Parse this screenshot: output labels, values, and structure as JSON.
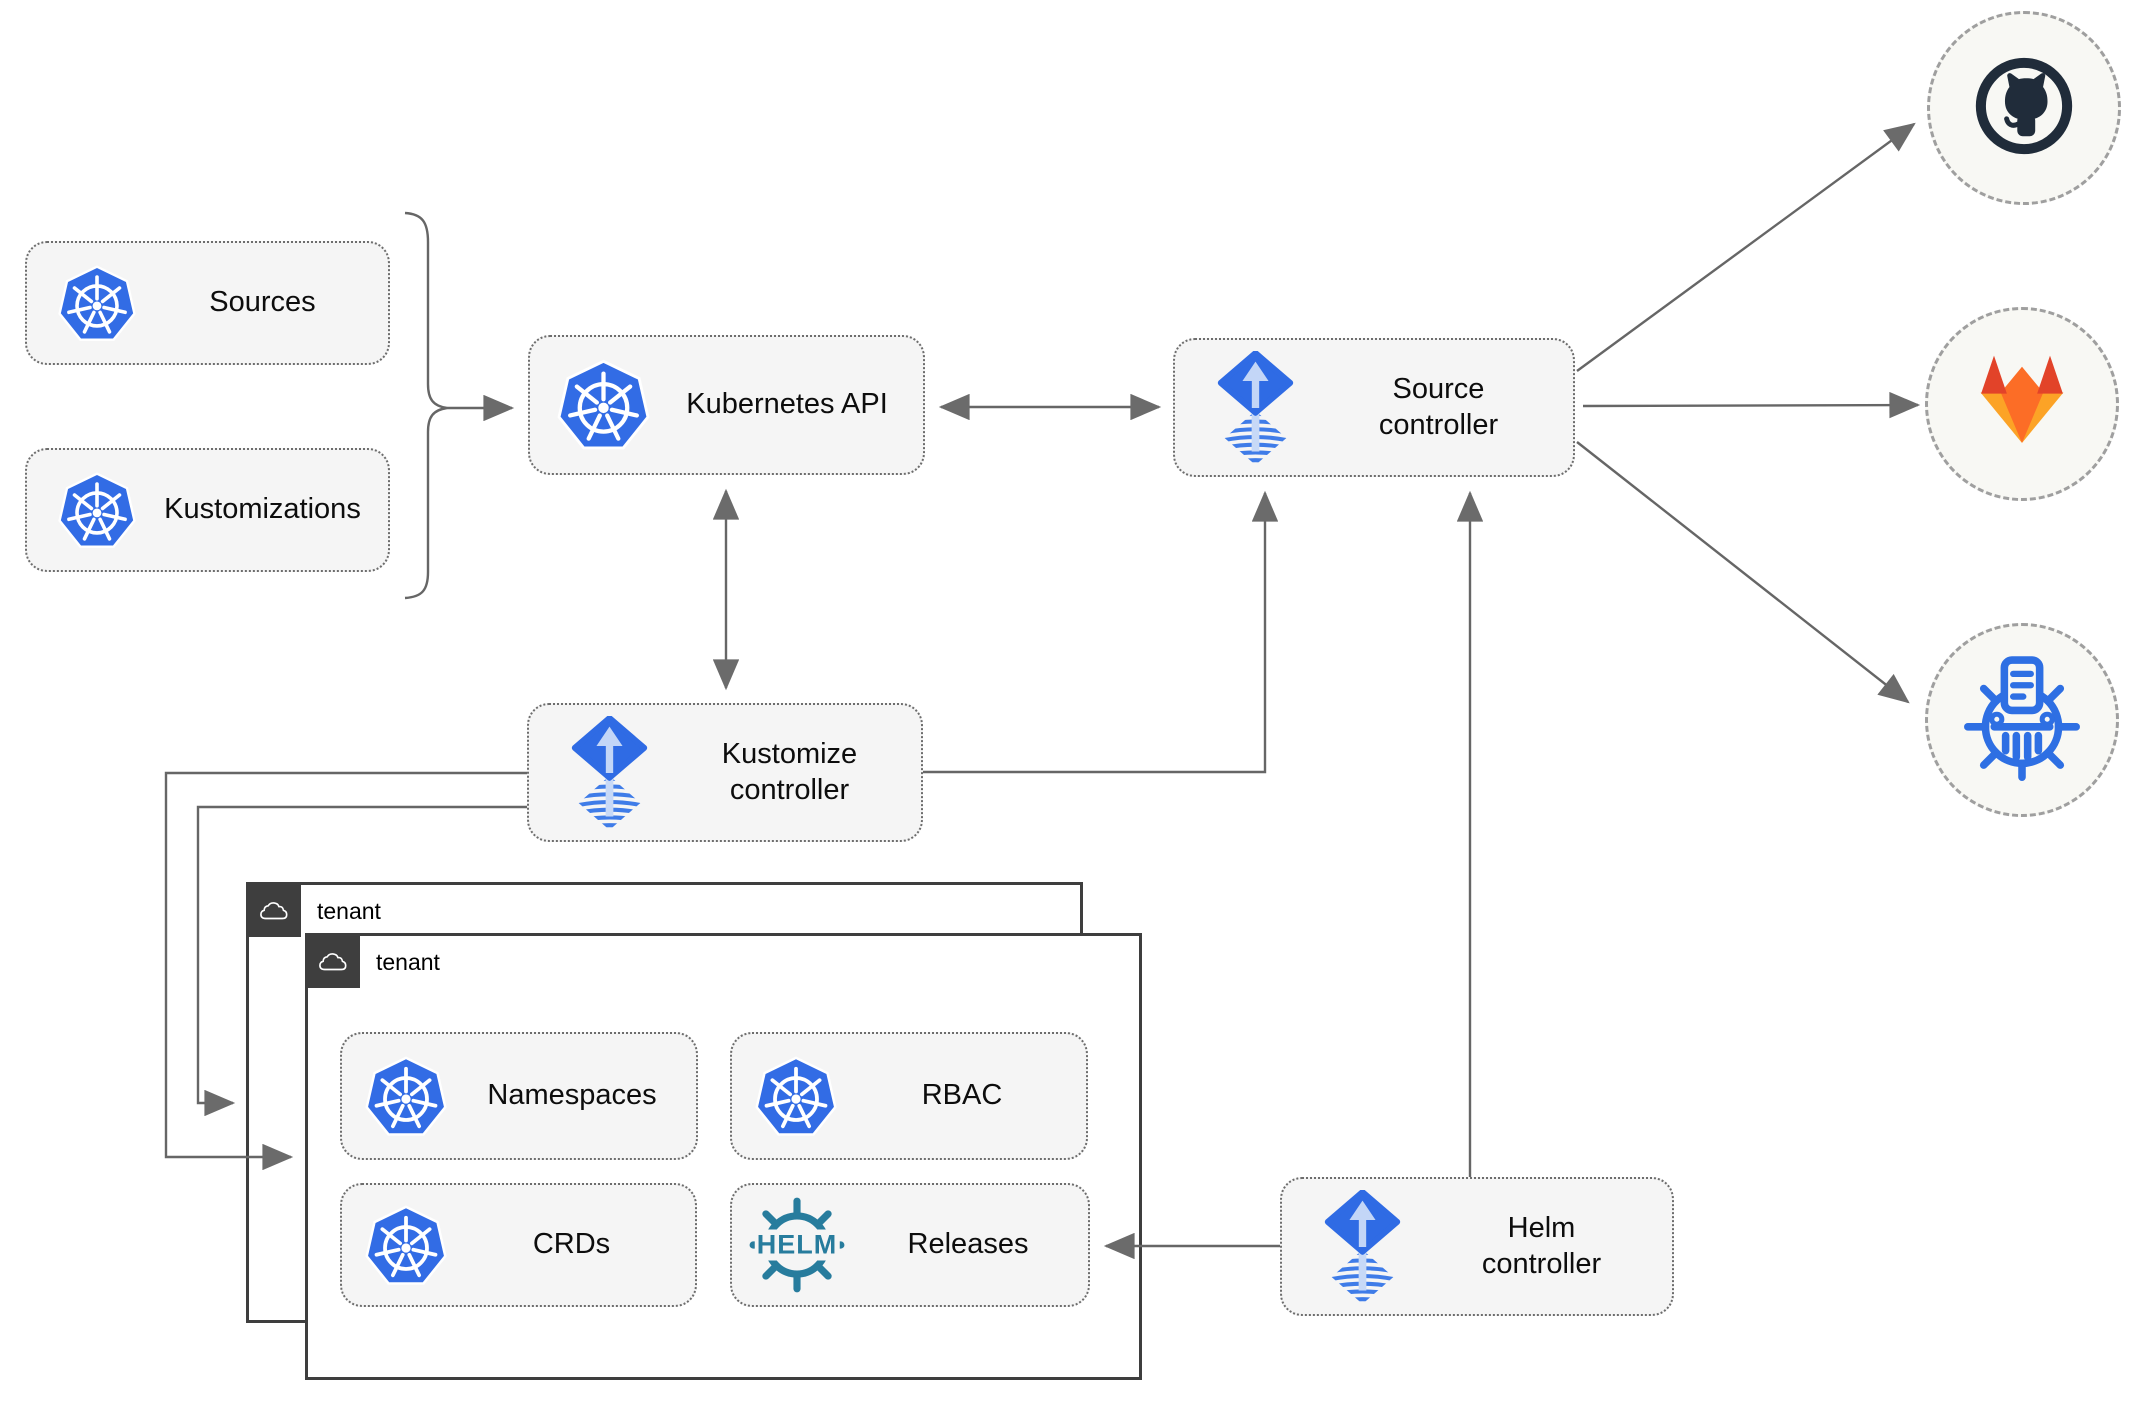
{
  "nodes": {
    "sources": "Sources",
    "kustomizations": "Kustomizations",
    "kubernetes_api": "Kubernetes API",
    "source_controller": "Source controller",
    "kustomize_controller": "Kustomize controller",
    "helm_controller": "Helm controller"
  },
  "tenants": {
    "back": {
      "label": "tenant"
    },
    "front": {
      "label": "tenant"
    }
  },
  "resources": {
    "namespaces": "Namespaces",
    "rbac": "RBAC",
    "crds": "CRDs",
    "releases": "Releases"
  },
  "helm_logo_text": "HELM",
  "icons": {
    "kubernetes": "kubernetes-wheel-icon",
    "flux": "flux-diamond-arrow-icon",
    "helm": "helm-wheel-icon",
    "github": "github-octocat-icon",
    "gitlab": "gitlab-fox-icon",
    "helm_repository": "chartmuseum-wheel-icon",
    "tenant": "cloud-icon"
  },
  "colors": {
    "kubernetes_blue": "#326ce5",
    "flux_blue": "#2f6be4",
    "flux_light_arrow": "#c3d6f7",
    "helm_teal": "#277c9d",
    "github_dark": "#202c3a",
    "gitlab_dark_orange": "#e24329",
    "gitlab_orange": "#fc6d26",
    "gitlab_amber": "#fca326",
    "chartmuseum_blue": "#2e6fe3",
    "connector_gray": "#666666",
    "node_fill": "#f5f5f5",
    "tenant_border": "#3e3e3e"
  }
}
